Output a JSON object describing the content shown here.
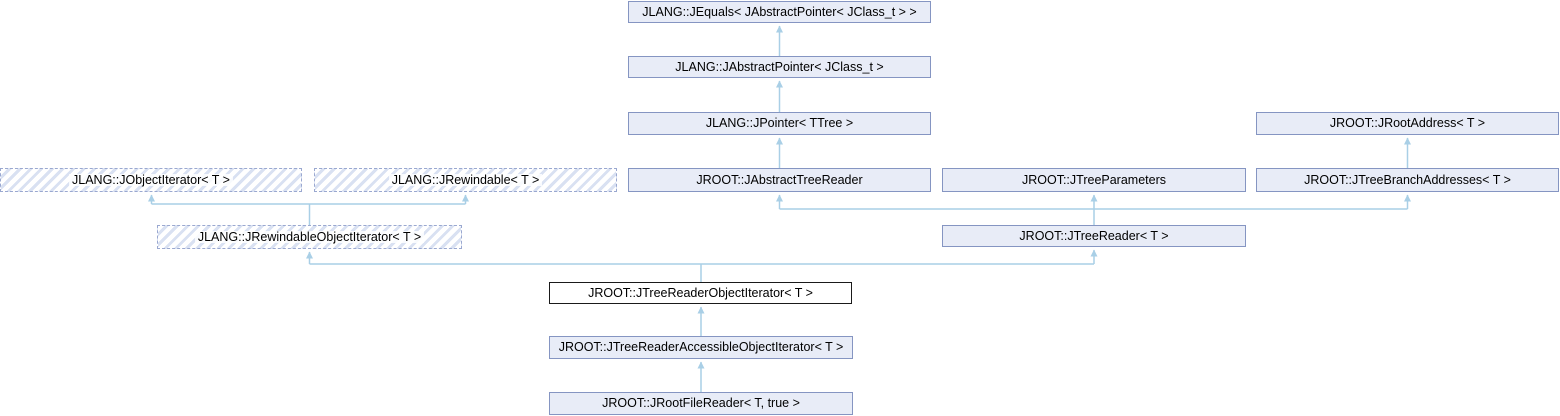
{
  "diagram": {
    "kind": "class-inheritance-graph",
    "colors": {
      "node_fill": "#e8ecf7",
      "node_border": "#8595c2",
      "hatch_stripe": "#d9e1f2",
      "dashed_border": "#9aa8d0",
      "current_node_border": "#1a1a1a",
      "edge": "#a9cfe6",
      "text": "#000000",
      "background": "#ffffff"
    },
    "nodes": [
      {
        "id": "jequals",
        "label": "JLANG::JEquals< JAbstractPointer< JClass_t > >",
        "style": "solid"
      },
      {
        "id": "jabstract-pointer",
        "label": "JLANG::JAbstractPointer< JClass_t >",
        "style": "solid"
      },
      {
        "id": "jpointer",
        "label": "JLANG::JPointer< TTree >",
        "style": "solid"
      },
      {
        "id": "jobject-iterator",
        "label": "JLANG::JObjectIterator< T >",
        "style": "dashed-hatched"
      },
      {
        "id": "jrewindable",
        "label": "JLANG::JRewindable< T >",
        "style": "dashed-hatched"
      },
      {
        "id": "jabstract-tree-reader",
        "label": "JROOT::JAbstractTreeReader",
        "style": "solid"
      },
      {
        "id": "jtree-parameters",
        "label": "JROOT::JTreeParameters",
        "style": "solid"
      },
      {
        "id": "jtree-branch-addresses",
        "label": "JROOT::JTreeBranchAddresses< T >",
        "style": "solid"
      },
      {
        "id": "jroot-address",
        "label": "JROOT::JRootAddress< T >",
        "style": "solid"
      },
      {
        "id": "jrewindable-object-iterator",
        "label": "JLANG::JRewindableObjectIterator< T >",
        "style": "dashed-hatched"
      },
      {
        "id": "jtree-reader",
        "label": "JROOT::JTreeReader< T >",
        "style": "solid"
      },
      {
        "id": "jtree-reader-object-iterator",
        "label": "JROOT::JTreeReaderObjectIterator< T >",
        "style": "current-highlight"
      },
      {
        "id": "jtree-reader-accessible-object-iterator",
        "label": "JROOT::JTreeReaderAccessibleObjectIterator< T >",
        "style": "solid"
      },
      {
        "id": "jroot-file-reader",
        "label": "JROOT::JRootFileReader< T, true >",
        "style": "solid"
      }
    ],
    "edges": [
      {
        "from": "jabstract-pointer",
        "to": "jequals"
      },
      {
        "from": "jpointer",
        "to": "jabstract-pointer"
      },
      {
        "from": "jabstract-tree-reader",
        "to": "jpointer"
      },
      {
        "from": "jrewindable-object-iterator",
        "to": "jobject-iterator"
      },
      {
        "from": "jrewindable-object-iterator",
        "to": "jrewindable"
      },
      {
        "from": "jtree-reader",
        "to": "jabstract-tree-reader"
      },
      {
        "from": "jtree-reader",
        "to": "jtree-parameters"
      },
      {
        "from": "jtree-reader",
        "to": "jtree-branch-addresses"
      },
      {
        "from": "jtree-branch-addresses",
        "to": "jroot-address"
      },
      {
        "from": "jtree-reader-object-iterator",
        "to": "jrewindable-object-iterator"
      },
      {
        "from": "jtree-reader-object-iterator",
        "to": "jtree-reader"
      },
      {
        "from": "jtree-reader-accessible-object-iterator",
        "to": "jtree-reader-object-iterator"
      },
      {
        "from": "jroot-file-reader",
        "to": "jtree-reader-accessible-object-iterator"
      }
    ]
  }
}
